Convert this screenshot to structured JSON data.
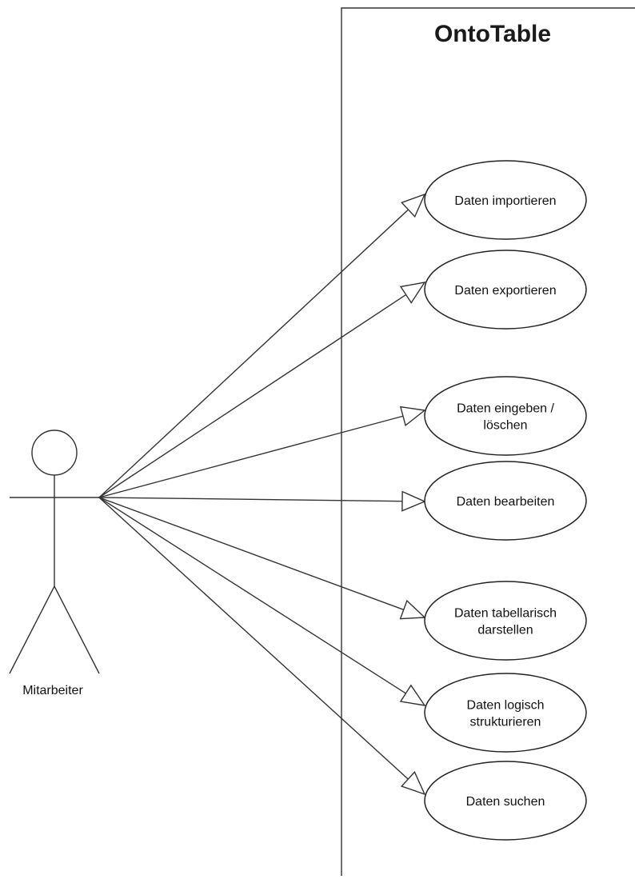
{
  "system": {
    "title": "OntoTable"
  },
  "actor": {
    "label": "Mitarbeiter"
  },
  "use_cases": [
    {
      "lines": [
        "Daten importieren"
      ]
    },
    {
      "lines": [
        "Daten exportieren"
      ]
    },
    {
      "lines": [
        "Daten eingeben /",
        "löschen"
      ]
    },
    {
      "lines": [
        "Daten bearbeiten"
      ]
    },
    {
      "lines": [
        "Daten tabellarisch",
        "darstellen"
      ]
    },
    {
      "lines": [
        "Daten logisch",
        "strukturieren"
      ]
    },
    {
      "lines": [
        "Daten suchen"
      ]
    }
  ]
}
